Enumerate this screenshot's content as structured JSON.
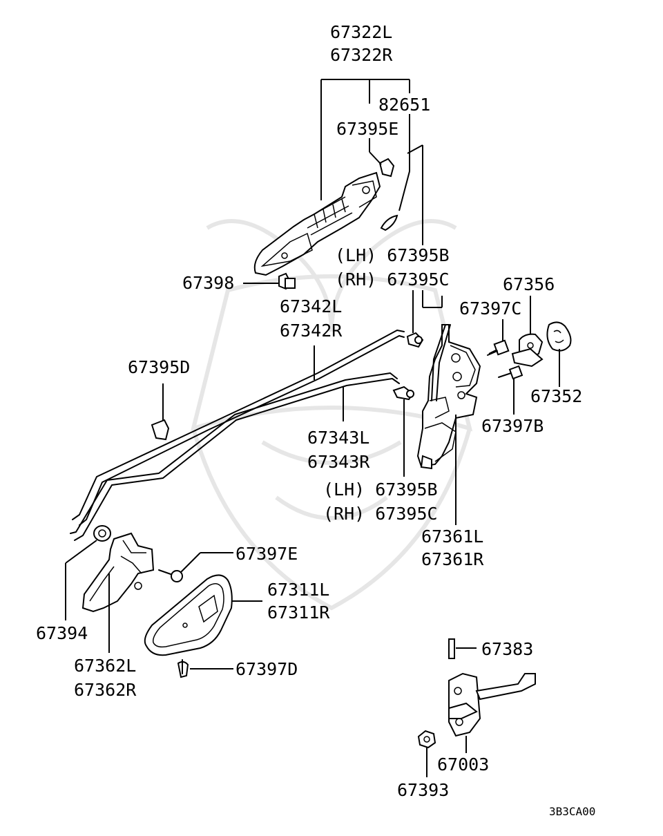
{
  "labels": {
    "l67322": [
      "67322L",
      "67322R"
    ],
    "l82651": "82651",
    "l67395E": "67395E",
    "l67395BC_top": [
      "(LH) 67395B",
      "(RH) 67395C"
    ],
    "l67398": "67398",
    "l67342": [
      "67342L",
      "67342R"
    ],
    "l67356": "67356",
    "l67397C": "67397C",
    "l67352": "67352",
    "l67397B": "67397B",
    "l67395D": "67395D",
    "l67343": [
      "67343L",
      "67343R"
    ],
    "l67395BC_mid": [
      "(LH) 67395B",
      "(RH) 67395C"
    ],
    "l67361": [
      "67361L",
      "67361R"
    ],
    "l67397E": "67397E",
    "l67311": [
      "67311L",
      "67311R"
    ],
    "l67394": "67394",
    "l67362": [
      "67362L",
      "67362R"
    ],
    "l67397D": "67397D",
    "l67383": "67383",
    "l67003": "67003",
    "l67393": "67393"
  },
  "diagram_code": "3B3CA00"
}
